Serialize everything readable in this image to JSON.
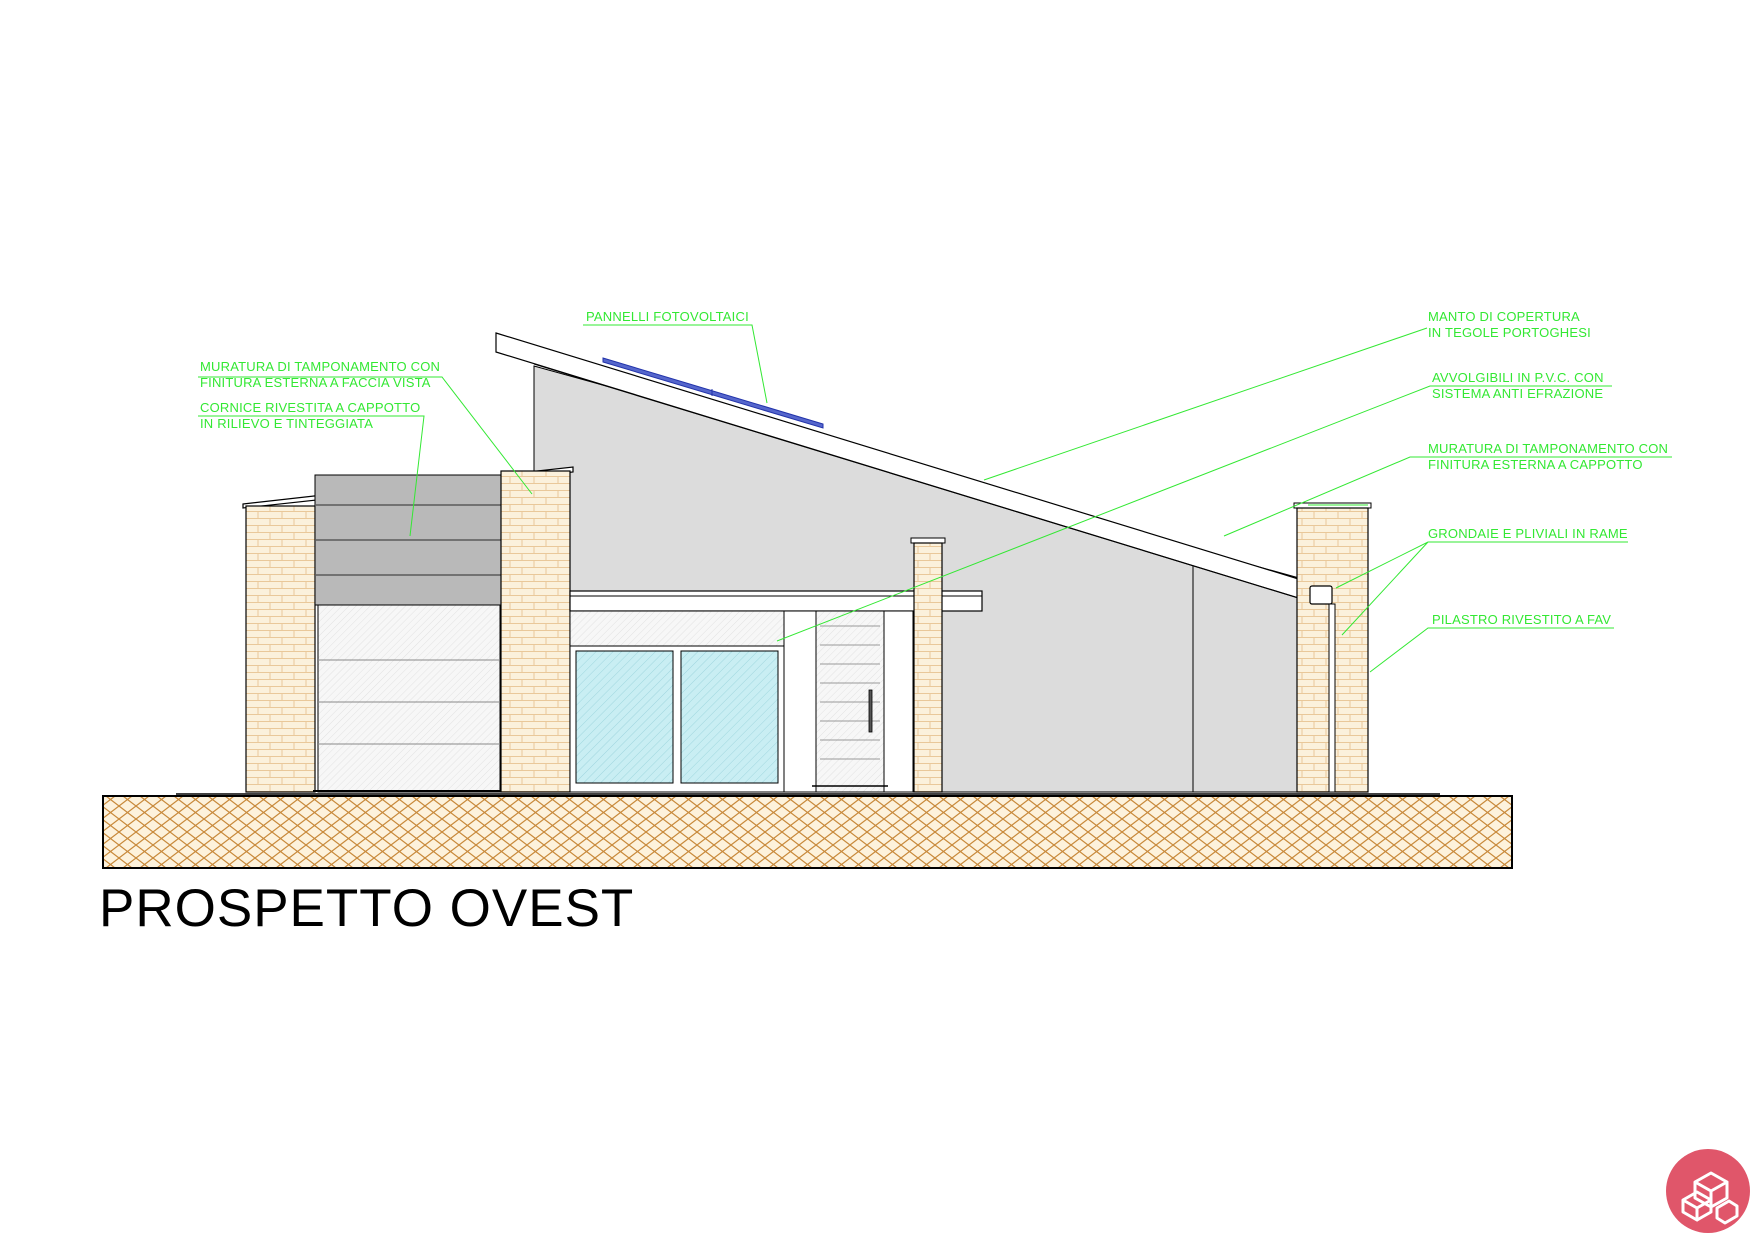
{
  "drawing": {
    "title": "PROSPETTO OVEST",
    "labels": {
      "pannelli": "PANNELLI FOTOVOLTAICI",
      "muratura_fav_1": "MURATURA DI TAMPONAMENTO CON",
      "muratura_fav_2": "FINITURA ESTERNA A FACCIA VISTA",
      "cornice_1": "CORNICE RIVESTITA A CAPPOTTO",
      "cornice_2": "IN RILIEVO E TINTEGGIATA",
      "manto_1": "MANTO DI COPERTURA",
      "manto_2": "IN TEGOLE PORTOGHESI",
      "avvolgibili_1": "AVVOLGIBILI IN P.V.C. CON",
      "avvolgibili_2": "SISTEMA ANTI EFRAZIONE",
      "muratura_cap_1": "MURATURA DI TAMPONAMENTO CON",
      "muratura_cap_2": "FINITURA ESTERNA A CAPPOTTO",
      "grondaie": "GRONDAIE E PLIVIALI IN RAME",
      "pilastro": "PILASTRO RIVESTITO A FAV"
    }
  },
  "colors": {
    "annotation": "#33e833",
    "wall": "#dcdcdc",
    "brick": "#fbf1dc",
    "brick_joint": "#e9c89a",
    "soil": "#fdf2dc",
    "soil_hatch": "#c8893a",
    "glass": "#c9eef3",
    "cornice": "#b9b9b9",
    "logo": "#e0566a"
  },
  "logo": {
    "icon": "house-logo-icon"
  }
}
